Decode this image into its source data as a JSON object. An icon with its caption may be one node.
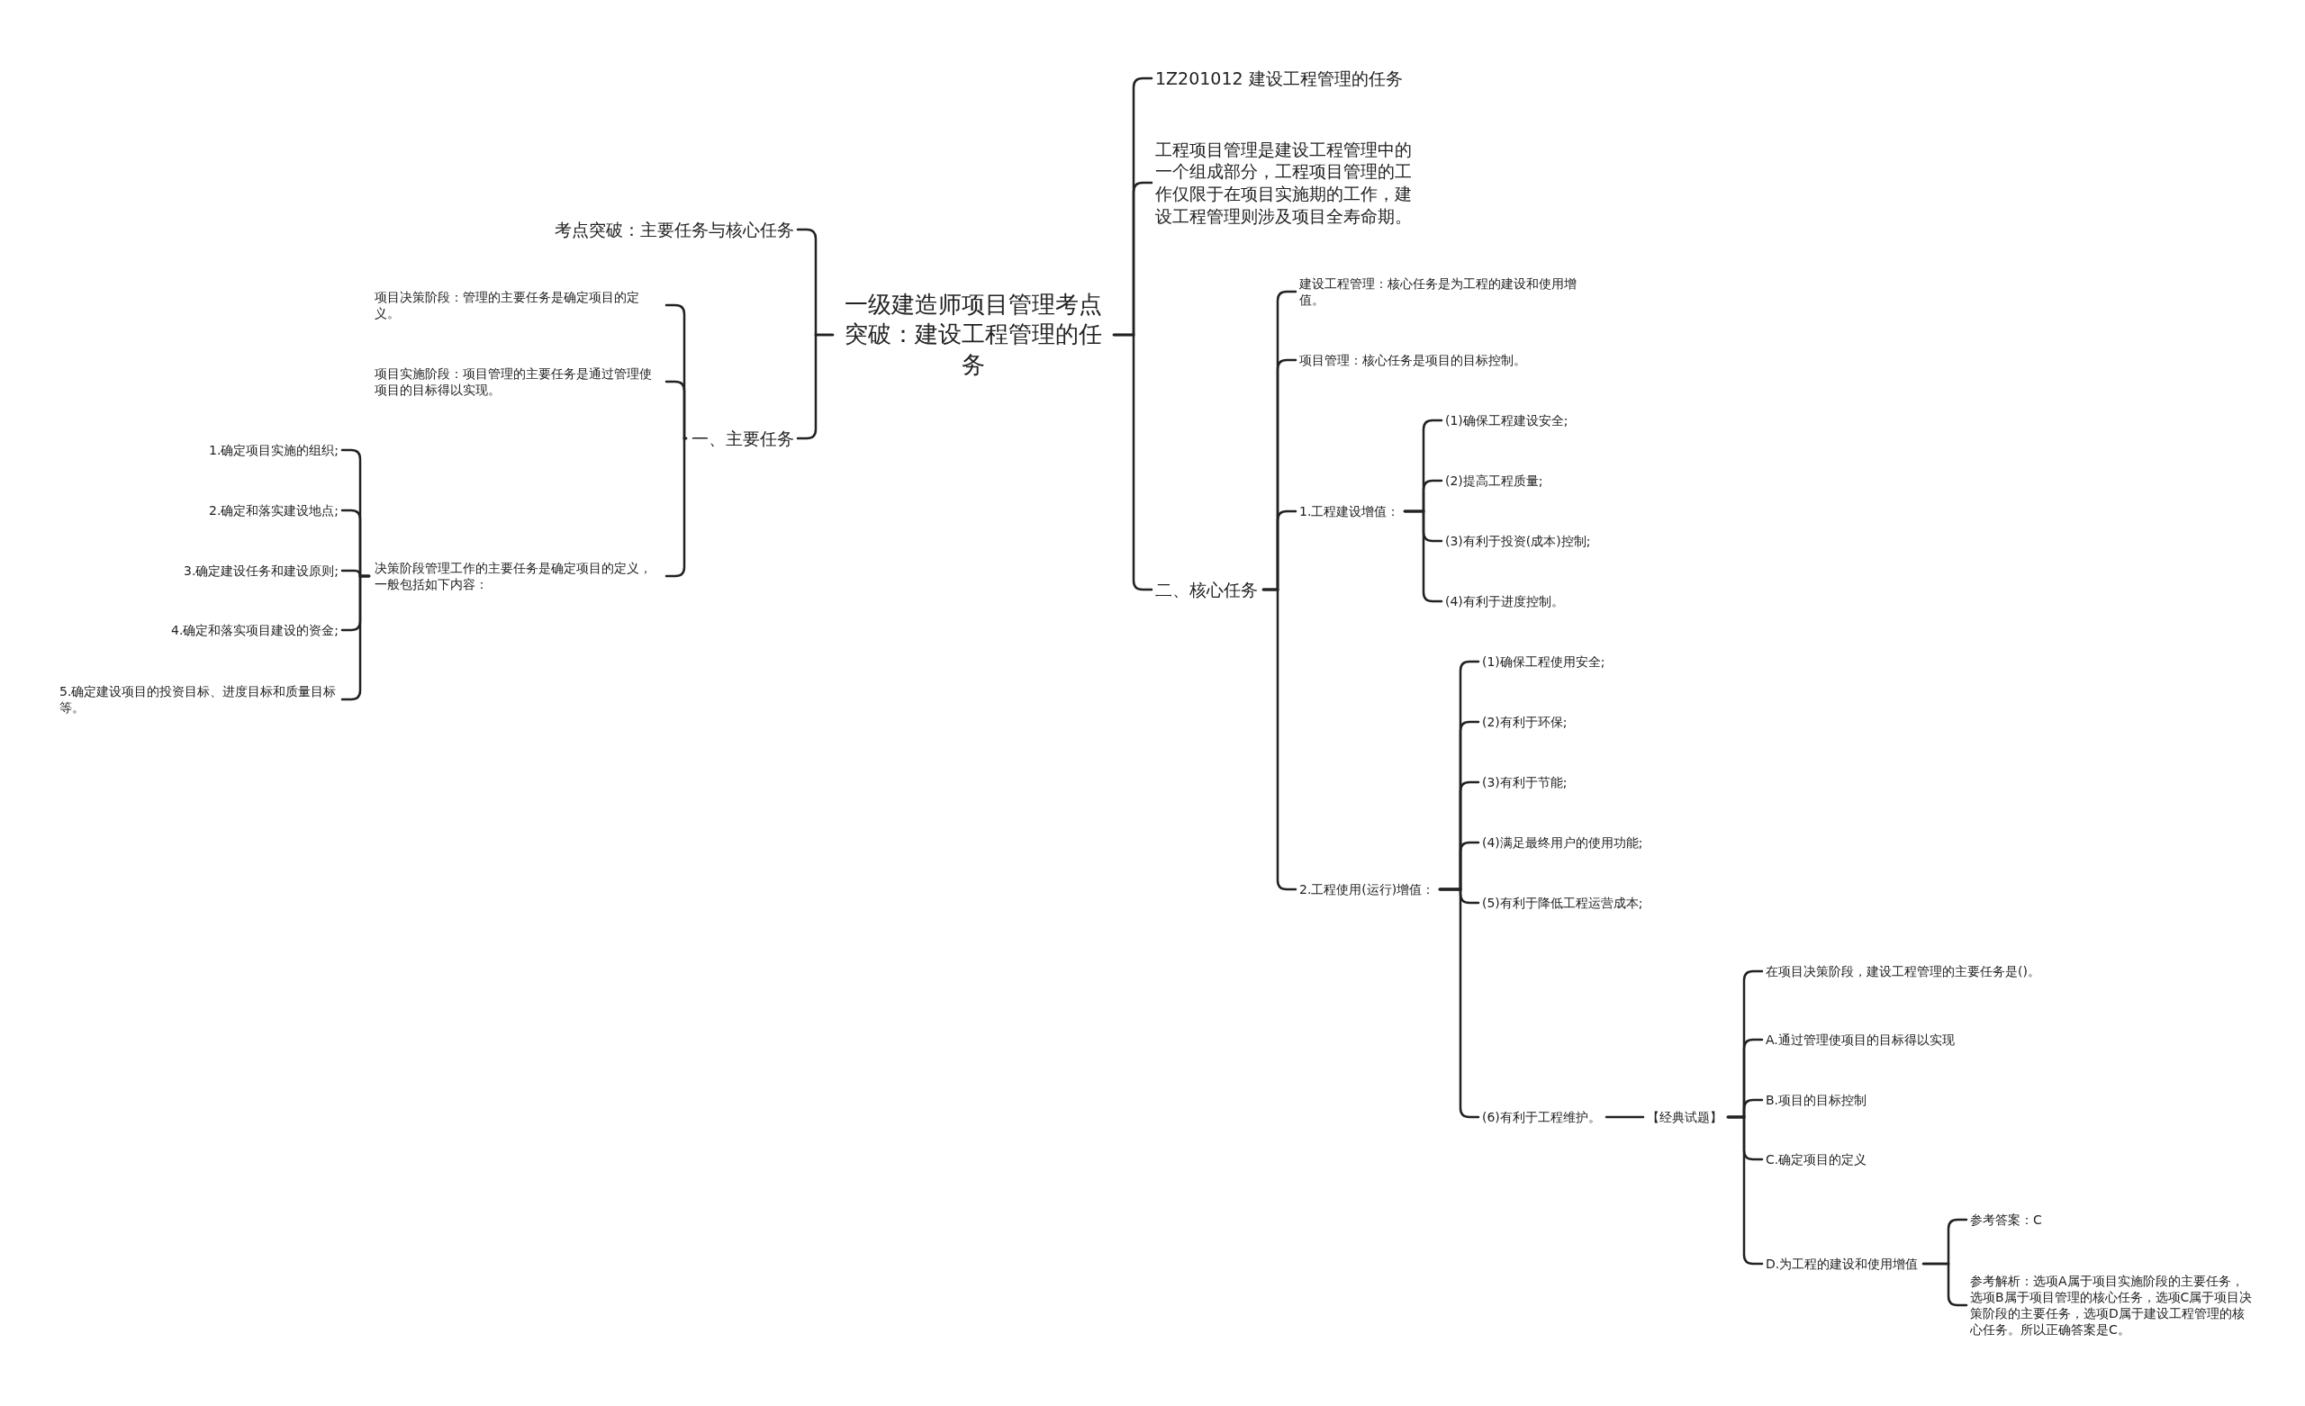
{
  "diagram": {
    "nodes": [
      {
        "text": [
          "一级建造师项目管理考点突破：建设工程管理的任务"
        ]
      },
      {
        "text": [
          "考点突破：主要任务与核心任务"
        ]
      },
      {
        "text": [
          "一、主要任务"
        ]
      },
      {
        "text": [
          "项目决策阶段：管理的主要任务是确定项目的定义。"
        ]
      },
      {
        "text": [
          "项目实施阶段：项目管理的主要任务是通过管理使项目的目标得以实现。"
        ]
      },
      {
        "text": [
          "决策阶段管理工作的主要任务是确定项目的定义，一般包括如下内容："
        ]
      },
      {
        "text": [
          "1.确定项目实施的组织;"
        ]
      },
      {
        "text": [
          "2.确定和落实建设地点;"
        ]
      },
      {
        "text": [
          "3.确定建设任务和建设原则;"
        ]
      },
      {
        "text": [
          "4.确定和落实项目建设的资金;"
        ]
      },
      {
        "text": [
          "5.确定建设项目的投资目标、进度目标和质量目标等。"
        ]
      },
      {
        "text": [
          "1Z201012 建设工程管理的任务"
        ]
      },
      {
        "text": [
          "工程项目管理是建设工程管理中的一个组成部分，工程项目管理的工作仅限于在项目实施期的工作，建设工程管理则涉及项目全寿命期。"
        ]
      },
      {
        "text": [
          "二、核心任务"
        ]
      },
      {
        "text": [
          "建设工程管理：核心任务是为工程的建设和使用增值。"
        ]
      },
      {
        "text": [
          "项目管理：核心任务是项目的目标控制。"
        ]
      },
      {
        "text": [
          "1.工程建设增值："
        ]
      },
      {
        "text": [
          "(1)确保工程建设安全;"
        ]
      },
      {
        "text": [
          "(2)提高工程质量;"
        ]
      },
      {
        "text": [
          "(3)有利于投资(成本)控制;"
        ]
      },
      {
        "text": [
          "(4)有利于进度控制。"
        ]
      },
      {
        "text": [
          "2.工程使用(运行)增值："
        ]
      },
      {
        "text": [
          "(1)确保工程使用安全;"
        ]
      },
      {
        "text": [
          "(2)有利于环保;"
        ]
      },
      {
        "text": [
          "(3)有利于节能;"
        ]
      },
      {
        "text": [
          "(4)满足最终用户的使用功能;"
        ]
      },
      {
        "text": [
          "(5)有利于降低工程运营成本;"
        ]
      },
      {
        "text": [
          "(6)有利于工程维护。"
        ]
      },
      {
        "text": [
          "【经典试题】"
        ]
      },
      {
        "text": [
          "在项目决策阶段，建设工程管理的主要任务是()。"
        ]
      },
      {
        "text": [
          "A.通过管理使项目的目标得以实现"
        ]
      },
      {
        "text": [
          "B.项目的目标控制"
        ]
      },
      {
        "text": [
          "C.确定项目的定义"
        ]
      },
      {
        "text": [
          "D.为工程的建设和使用增值"
        ]
      },
      {
        "text": [
          "参考答案：C"
        ]
      },
      {
        "text": [
          "参考解析：选项A属于项目实施阶段的主要任务，选项B属于项目管理的核心任务，选项C属于项目决策阶段的主要任务，选项D属于建设工程管理的核心任务。所以正确答案是C。"
        ]
      }
    ],
    "edges": [
      {
        "from": 0,
        "to": 1,
        "arrow": "none"
      },
      {
        "from": 0,
        "to": 2,
        "arrow": "none"
      },
      {
        "from": 2,
        "to": 3,
        "arrow": "none"
      },
      {
        "from": 2,
        "to": 4,
        "arrow": "none"
      },
      {
        "from": 2,
        "to": 5,
        "arrow": "none"
      },
      {
        "from": 5,
        "to": 6,
        "arrow": "none"
      },
      {
        "from": 5,
        "to": 7,
        "arrow": "none"
      },
      {
        "from": 5,
        "to": 8,
        "arrow": "none"
      },
      {
        "from": 5,
        "to": 9,
        "arrow": "none"
      },
      {
        "from": 5,
        "to": 10,
        "arrow": "none"
      },
      {
        "from": 0,
        "to": 11,
        "arrow": "none"
      },
      {
        "from": 0,
        "to": 12,
        "arrow": "none"
      },
      {
        "from": 0,
        "to": 13,
        "arrow": "none"
      },
      {
        "from": 13,
        "to": 14,
        "arrow": "none"
      },
      {
        "from": 13,
        "to": 15,
        "arrow": "none"
      },
      {
        "from": 13,
        "to": 16,
        "arrow": "none"
      },
      {
        "from": 16,
        "to": 17,
        "arrow": "none"
      },
      {
        "from": 16,
        "to": 18,
        "arrow": "none"
      },
      {
        "from": 16,
        "to": 19,
        "arrow": "none"
      },
      {
        "from": 16,
        "to": 20,
        "arrow": "none"
      },
      {
        "from": 13,
        "to": 21,
        "arrow": "none"
      },
      {
        "from": 21,
        "to": 22,
        "arrow": "none"
      },
      {
        "from": 21,
        "to": 23,
        "arrow": "none"
      },
      {
        "from": 21,
        "to": 24,
        "arrow": "none"
      },
      {
        "from": 21,
        "to": 25,
        "arrow": "none"
      },
      {
        "from": 21,
        "to": 26,
        "arrow": "none"
      },
      {
        "from": 21,
        "to": 27,
        "arrow": "none"
      },
      {
        "from": 27,
        "to": 28,
        "arrow": "none"
      },
      {
        "from": 28,
        "to": 29,
        "arrow": "none"
      },
      {
        "from": 28,
        "to": 30,
        "arrow": "none"
      },
      {
        "from": 28,
        "to": 31,
        "arrow": "none"
      },
      {
        "from": 28,
        "to": 32,
        "arrow": "none"
      },
      {
        "from": 28,
        "to": 33,
        "arrow": "none"
      },
      {
        "from": 33,
        "to": 34,
        "arrow": "none"
      },
      {
        "from": 33,
        "to": 35,
        "arrow": "none"
      }
    ]
  }
}
